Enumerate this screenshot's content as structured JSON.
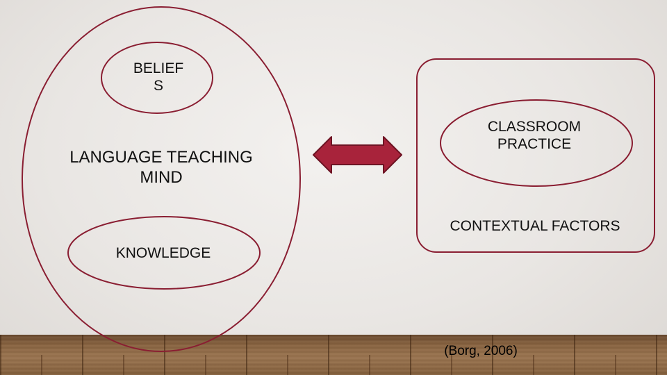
{
  "diagram": {
    "belief_label": "BELIEF\nS",
    "language_teaching_mind_label": "LANGUAGE TEACHING MIND",
    "knowledge_label": "KNOWLEDGE",
    "classroom_practice_label": "CLASSROOM PRACTICE",
    "contextual_factors_label": "CONTEXTUAL FACTORS",
    "citation": "(Borg, 2006)"
  },
  "colors": {
    "outline": "#8a1e32",
    "arrow_fill": "#a8233b",
    "arrow_stroke": "#6e1424"
  }
}
